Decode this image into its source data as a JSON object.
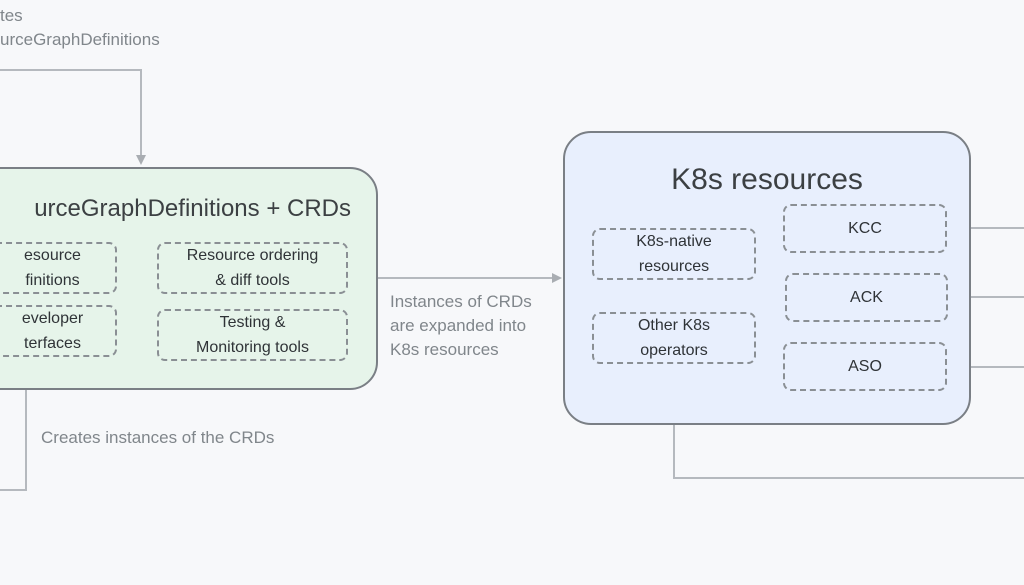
{
  "top_label": "tes\nurceGraphDefinitions",
  "left_group": {
    "title": "urceGraphDefinitions + CRDs",
    "items": [
      "esource\nfinitions",
      "Resource ordering\n& diff tools",
      "eveloper\nterfaces",
      "Testing &\nMonitoring tools"
    ]
  },
  "middle_label": "Instances of CRDs\nare expanded into\nK8s resources",
  "bottom_label": "Creates instances of the CRDs",
  "right_group": {
    "title": "K8s resources",
    "items": [
      "K8s-native\nresources",
      "Other K8s\noperators"
    ],
    "controllers": [
      "KCC",
      "ACK",
      "ASO"
    ]
  },
  "colors": {
    "left_group_fill": "#e6f4ea",
    "right_group_fill": "#e8effd",
    "border": "#7a7f85",
    "connector": "#b5b9be"
  }
}
